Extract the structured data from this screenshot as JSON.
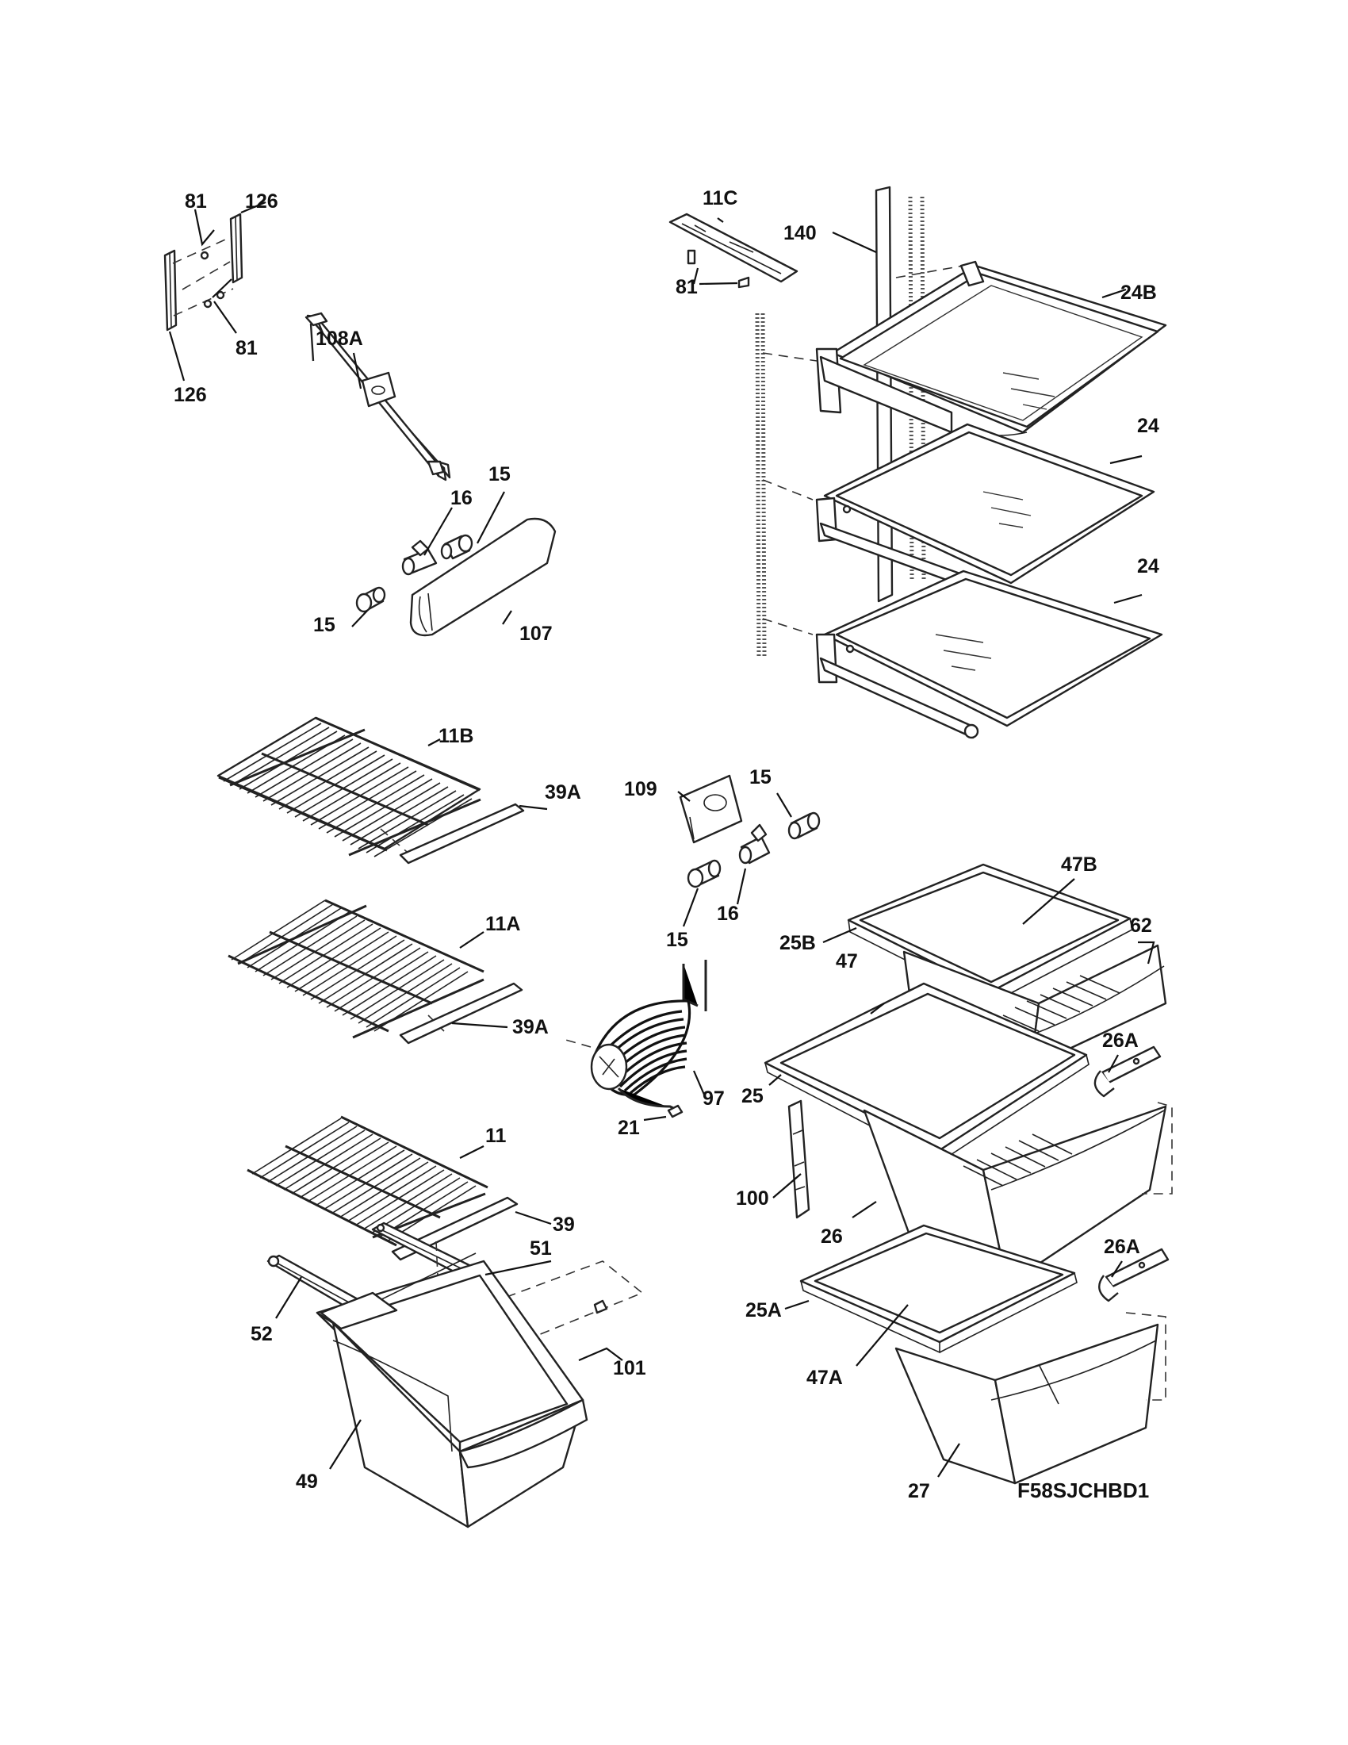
{
  "diagram": {
    "drawing_code": "F58SJCHBD1",
    "labels": {
      "l_81_a": "81",
      "l_126_a": "126",
      "l_81_b": "81",
      "l_126_b": "126",
      "l_11c": "11C",
      "l_140": "140",
      "l_81_c": "81",
      "l_24b": "24B",
      "l_24_a": "24",
      "l_24_b": "24",
      "l_108a": "108A",
      "l_16_a": "16",
      "l_15_a": "15",
      "l_15_b": "15",
      "l_107": "107",
      "l_11b": "11B",
      "l_39a_a": "39A",
      "l_109": "109",
      "l_15_c": "15",
      "l_16_b": "16",
      "l_15_d": "15",
      "l_47b": "47B",
      "l_62": "62",
      "l_25b": "25B",
      "l_47": "47",
      "l_11a": "11A",
      "l_39a_b": "39A",
      "l_26a_a": "26A",
      "l_97": "97",
      "l_25": "25",
      "l_21": "21",
      "l_11": "11",
      "l_100": "100",
      "l_39": "39",
      "l_26": "26",
      "l_51": "51",
      "l_26a_b": "26A",
      "l_25a": "25A",
      "l_52": "52",
      "l_101": "101",
      "l_47a": "47A",
      "l_49": "49",
      "l_27": "27"
    }
  }
}
